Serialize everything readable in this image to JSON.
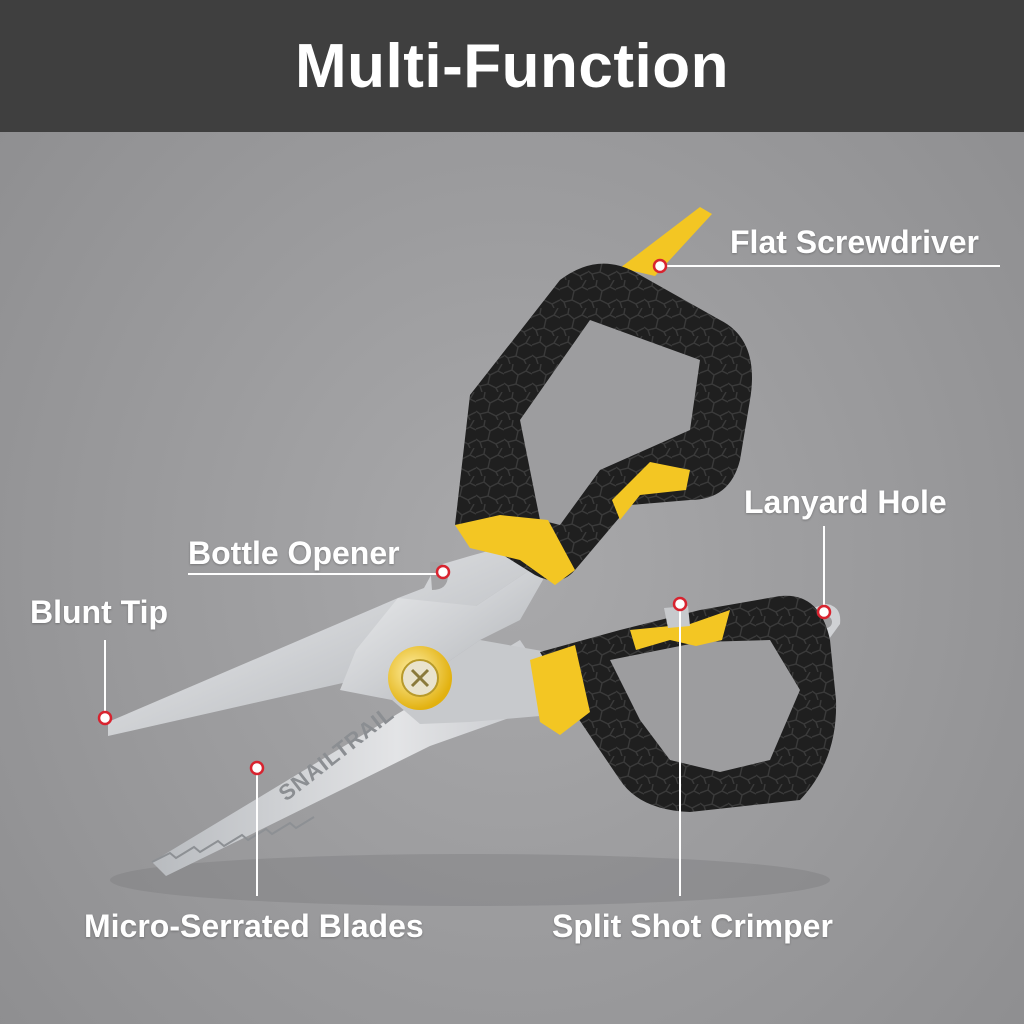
{
  "title": "Multi-Function",
  "colors": {
    "header_background": "#3f3f3f",
    "background": "#9c9c9e",
    "handle_black": "#1e1e1e",
    "accent_yellow": "#f3c623",
    "blade_steel": "#d7d8da",
    "callout_line": "#ffffff",
    "marker_red": "#d8232f"
  },
  "product": {
    "brand_mark": "SNAILTRAIL",
    "icon": "multi-function-scissors-icon"
  },
  "callouts": {
    "flat_screwdriver": "Flat Screwdriver",
    "lanyard_hole": "Lanyard Hole",
    "bottle_opener": "Bottle Opener",
    "blunt_tip": "Blunt Tip",
    "micro_serrated_blades": "Micro-Serrated Blades",
    "split_shot_crimper": "Split Shot Crimper"
  }
}
